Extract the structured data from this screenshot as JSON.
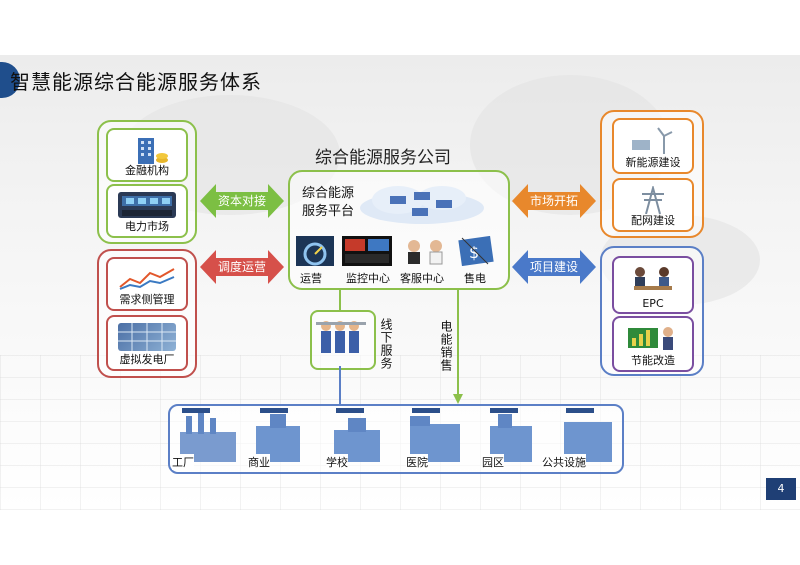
{
  "title": "智慧能源综合能源服务体系",
  "company": "综合能源服务公司",
  "platform": {
    "label_line1": "综合能源",
    "label_line2": "服务平台",
    "modules": [
      "运营",
      "监控中心",
      "客服中心",
      "售电"
    ]
  },
  "left_top_group": [
    "金融机构",
    "电力市场"
  ],
  "left_bottom_group": [
    "需求侧管理",
    "虚拟发电厂"
  ],
  "right_top_group": [
    "新能源建设",
    "配网建设"
  ],
  "right_bottom_group": [
    "EPC",
    "节能改造"
  ],
  "arrows": {
    "capital": "资本对接",
    "dispatch": "调度运营",
    "market": "市场开拓",
    "project": "项目建设"
  },
  "offline_service": "线下服务",
  "power_sales": "电能销售",
  "customers": [
    "工厂",
    "商业",
    "学校",
    "医院",
    "园区",
    "公共设施"
  ],
  "page_number": "4",
  "colors": {
    "green": "#8cc04b",
    "red": "#c0504d",
    "orange": "#e8882c",
    "blue": "#5b7fc6",
    "arrow_green": "#7cbf43",
    "arrow_red": "#d6504a",
    "arrow_orange": "#e8882c",
    "arrow_blue": "#4a79c9"
  }
}
